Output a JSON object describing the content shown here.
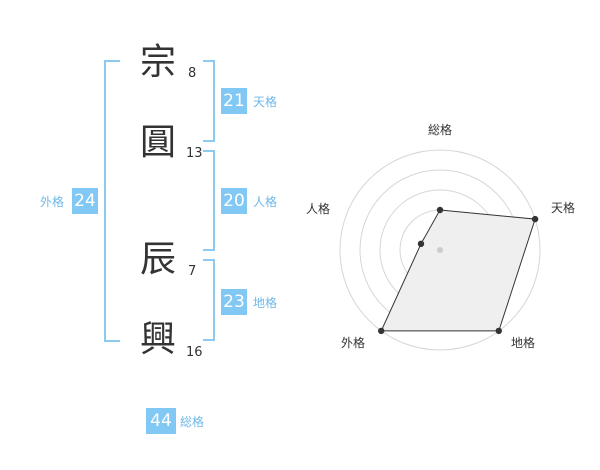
{
  "name": {
    "chars": [
      {
        "char": "宗",
        "strokes": "8"
      },
      {
        "char": "圓",
        "strokes": "13"
      },
      {
        "char": "辰",
        "strokes": "7"
      },
      {
        "char": "興",
        "strokes": "16"
      }
    ]
  },
  "fortunes": {
    "tenkaku": {
      "value": "21",
      "label": "天格"
    },
    "jinkaku": {
      "value": "20",
      "label": "人格"
    },
    "chikaku": {
      "value": "23",
      "label": "地格"
    },
    "gaikaku": {
      "value": "24",
      "label": "外格"
    },
    "soukaku": {
      "value": "44",
      "label": "総格"
    }
  },
  "colors": {
    "accent": "#82c8f4",
    "bracket": "#8ccaf0",
    "label": "#6fb8e8"
  },
  "chart_data": {
    "type": "radar",
    "axes": [
      "総格",
      "天格",
      "地格",
      "外格",
      "人格"
    ],
    "values": [
      2,
      5,
      5,
      5,
      1
    ],
    "max": 5,
    "rings": 5,
    "grid": true
  }
}
